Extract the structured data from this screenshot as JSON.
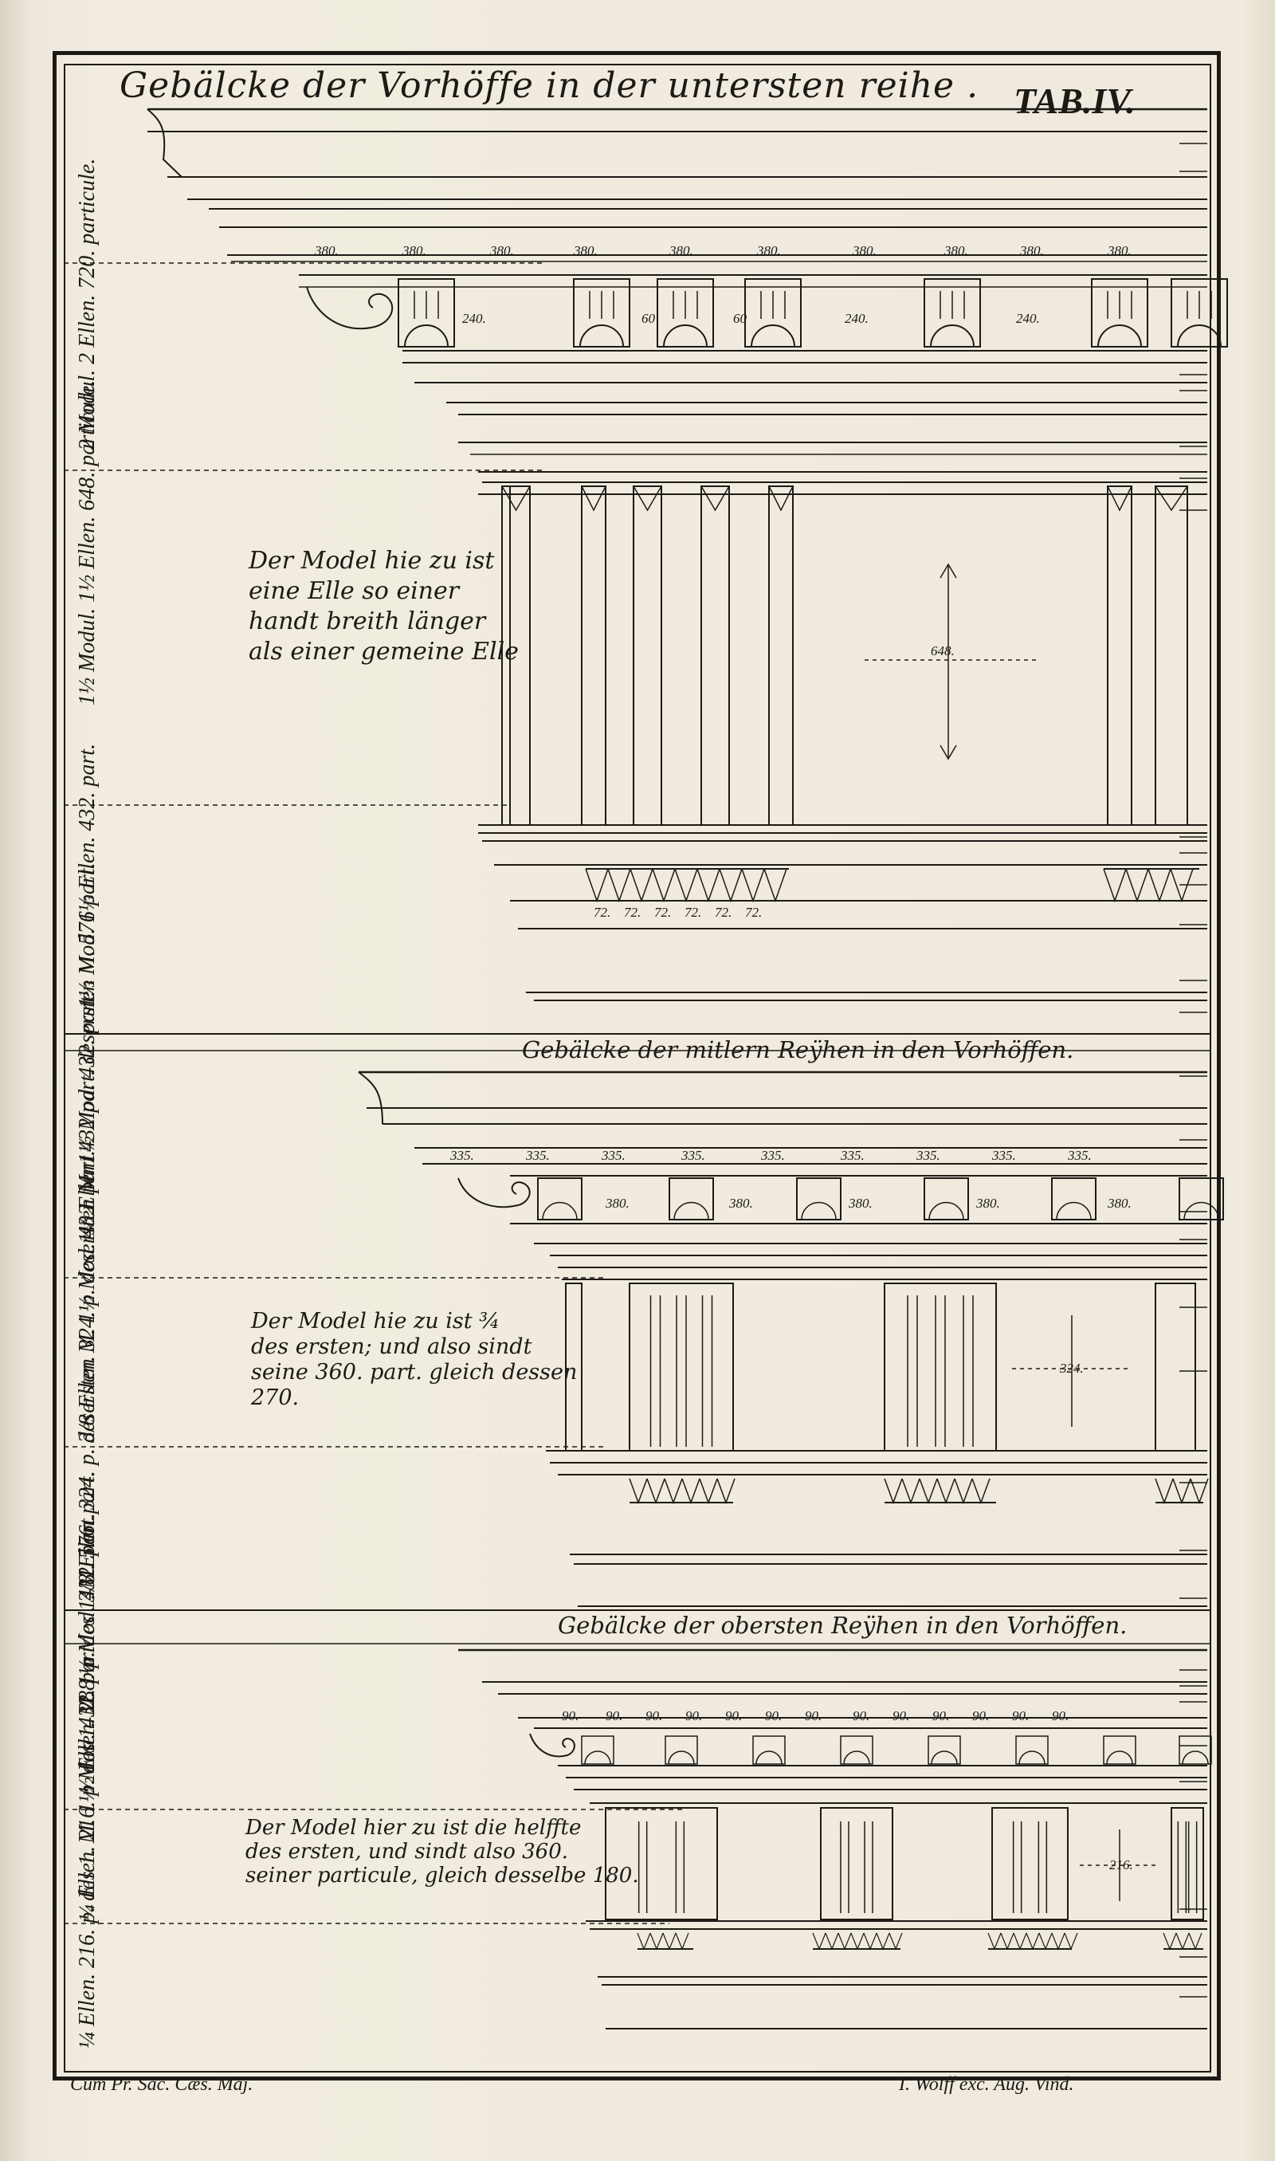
{
  "plate": {
    "title": "Gebälcke der Vorhöffe in der untersten reihe .",
    "tab": "TAB.IV."
  },
  "sections": [
    {
      "title": "",
      "note": "Der Model hie zu ist\neine Elle so einer\nhandt breith länger\nals einer gemeine Elle",
      "scale_labels": [
        "2 Modul.\n2 Ellen.\n720. particule.",
        "1½ Modul.\n1½ Ellen.\n648. particule.",
        "1⅓ Mod.\n1⅓ Ellen.\n432. part."
      ]
    },
    {
      "title": "Gebälcke der mitlern Reÿhen in den Vorhöffen.",
      "note": "Der Model hie zu ist ¾\ndes ersten; und also sindt\nseine 360. part. gleich dessen\n270.",
      "scale_labels": [
        "1½ Ellen.\n432 part. desersten M.\n576 part.",
        "3/8 Ellen.\n324. p. desersten M.\n1½ Mod.\n432. part.",
        "3/8 Ellen.\n324. p. desersten M.\n1½ Mod.\n432. part."
      ]
    },
    {
      "title": "Gebälcke der obersten Reÿhen in den Vorhöffen.",
      "note": "Der Model hier zu ist die helffte\ndes ersten, und sindt also 360.\nseiner particule, gleich desselbe 180.",
      "scale_labels": [
        "½ Ellen.\n288. p. des 1. M.\n576. part.",
        "¼ Ellen.\n216. p. des 1. M.\n1½ Mod.\n432. part.",
        "¼ Ellen.\n216. p. des 1. M.\n1½ Mod.\n432. part."
      ]
    }
  ],
  "dimensions": {
    "top": [
      "380.",
      "380.",
      "380.",
      "380.",
      "380.",
      "380.",
      "380.",
      "380.",
      "380.",
      "380."
    ],
    "top_metopes": [
      "240.",
      "60",
      "60",
      "240.",
      "240."
    ],
    "top_center": "648.",
    "mid": [
      "335.",
      "335.",
      "335.",
      "335.",
      "335.",
      "335.",
      "335.",
      "335.",
      "335."
    ],
    "mid_metopes": [
      "380.",
      "380.",
      "380.",
      "380.",
      "380."
    ],
    "mid_center": "324.",
    "low": [
      "90.",
      "90.",
      "90.",
      "90.",
      "90.",
      "90.",
      "90.",
      "90.",
      "90.",
      "90.",
      "90.",
      "90.",
      "90."
    ],
    "low_center": "216."
  },
  "footer": {
    "left": "Cum Pr. Sac. Cæs. Maj.",
    "right": "I. Wolff exc. Aug. Vind."
  }
}
